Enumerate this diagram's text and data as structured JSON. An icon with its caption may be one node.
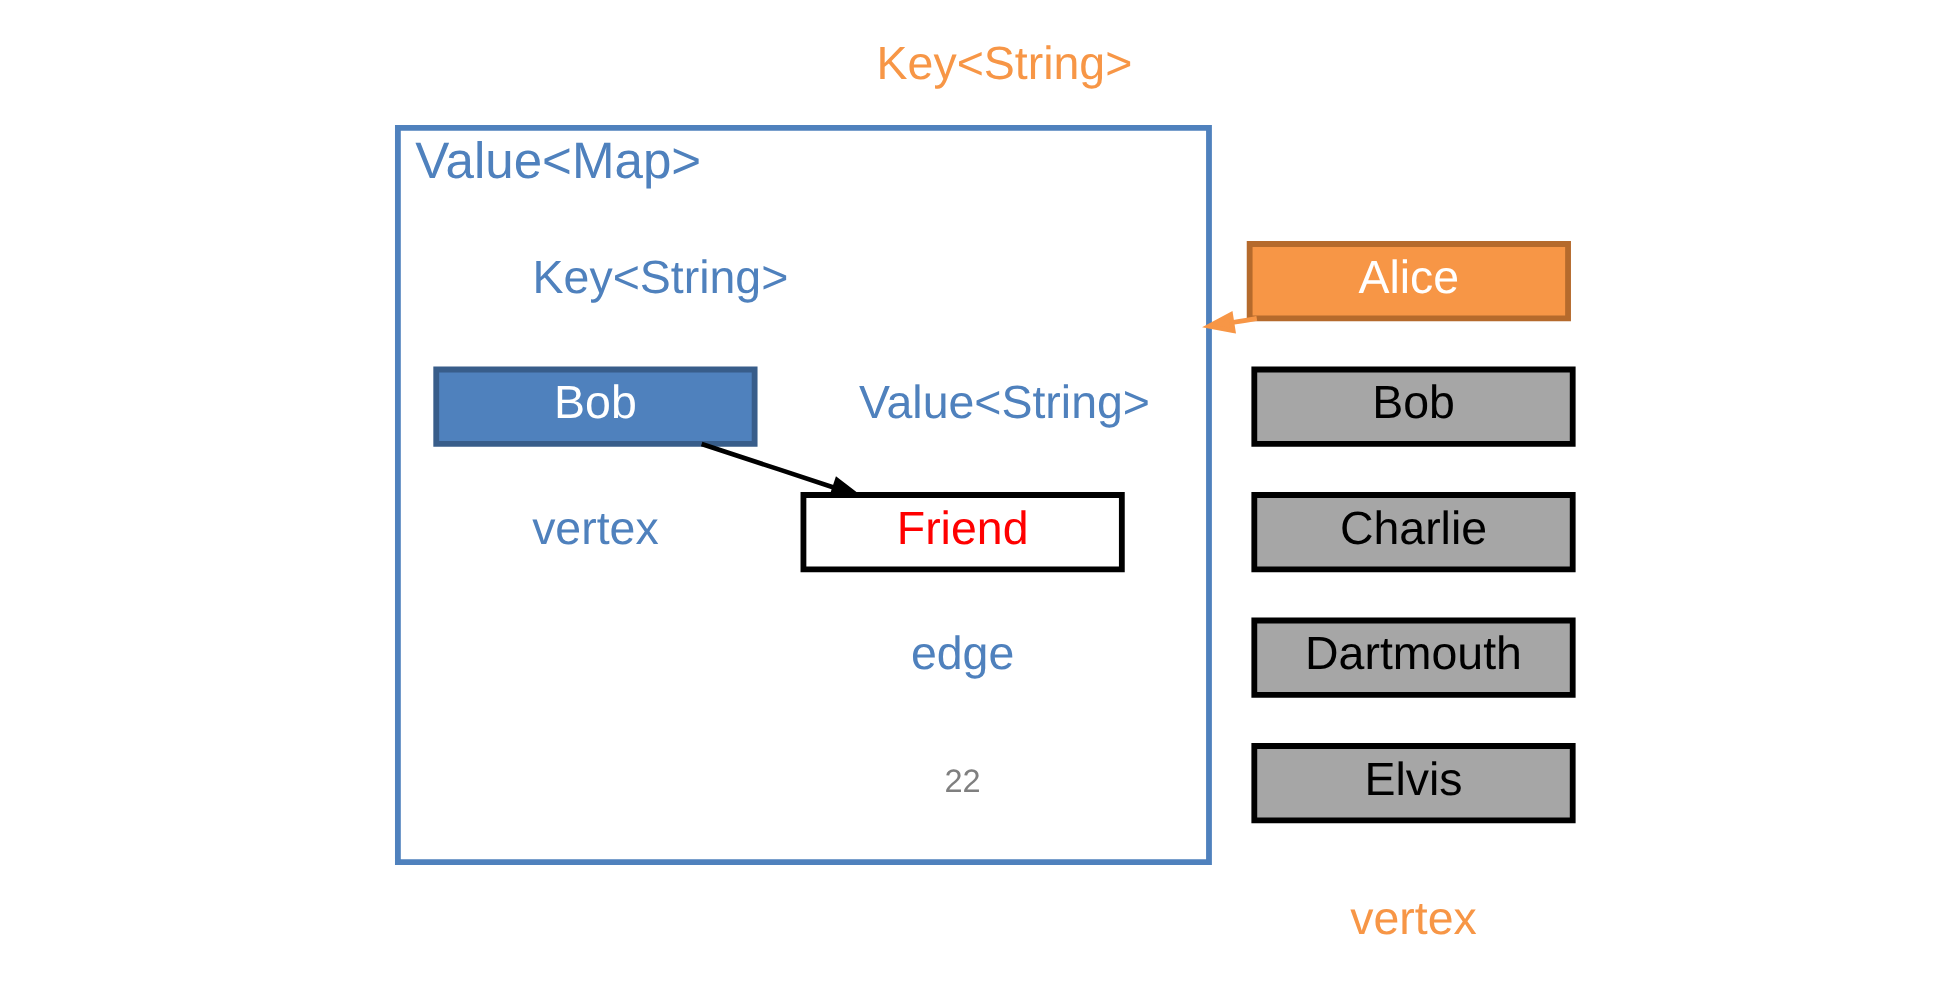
{
  "diagram": {
    "nodes": [
      {
        "text": [
          "Alice"
        ]
      },
      {
        "text": [
          "Bob"
        ]
      },
      {
        "text": [
          "Charlie"
        ]
      },
      {
        "text": [
          "Dartmouth"
        ]
      },
      {
        "text": [
          "Elvis"
        ]
      },
      {
        "text": [
          "Value<Map>"
        ]
      },
      {
        "text": [
          "Bob"
        ],
        "in": 5
      },
      {
        "text": [
          "Friend"
        ],
        "in": 5
      }
    ],
    "edges": [
      {
        "from": 0,
        "to": 6,
        "arrow": "to",
        "color": "#f79646"
      },
      {
        "from": 6,
        "to": 7,
        "arrow": "to",
        "color": "#000000"
      }
    ],
    "labels": [
      "Key<String>",
      "Key<String>",
      "Value<String>",
      "vertex",
      "edge",
      "vertex",
      "22"
    ]
  }
}
